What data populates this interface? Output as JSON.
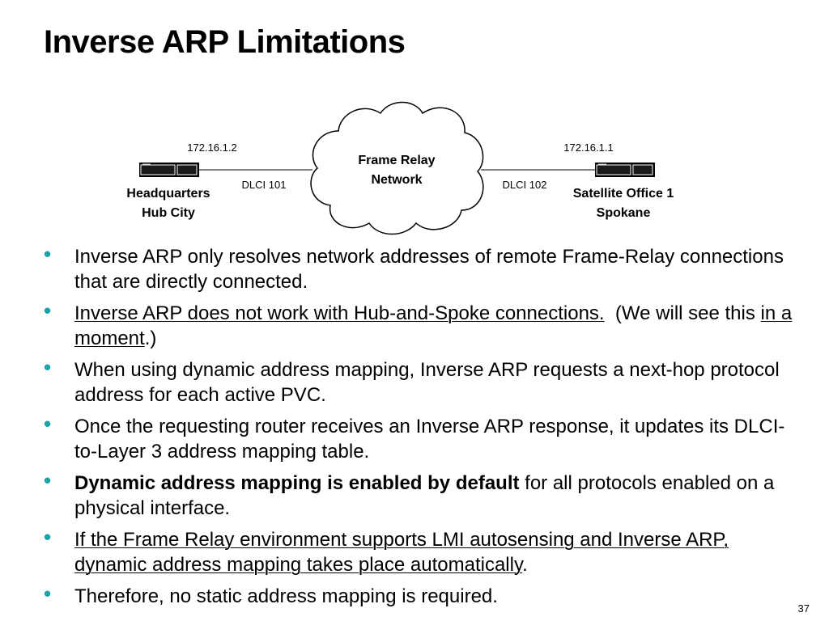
{
  "slide": {
    "title": "Inverse ARP Limitations",
    "page_number": "37"
  },
  "diagram": {
    "cloud_label_line1": "Frame Relay",
    "cloud_label_line2": "Network",
    "left_router": {
      "ip": "172.16.1.2",
      "dlci": "DLCI 101",
      "name_line1": "Headquarters",
      "name_line2": "Hub City"
    },
    "right_router": {
      "ip": "172.16.1.1",
      "dlci": "DLCI 102",
      "name_line1": "Satellite Office 1",
      "name_line2": "Spokane"
    }
  },
  "bullets": [
    {
      "text": "Inverse ARP only resolves network addresses of remote Frame-Relay connections that are directly connected."
    },
    {
      "underlined": "Inverse ARP does not work with Hub-and-Spoke connections.",
      "middle": "  (We will see this ",
      "underlined2": "in a moment",
      "tail": ".)"
    },
    {
      "text": "When using dynamic address mapping, Inverse ARP requests a next-hop protocol address for each active PVC."
    },
    {
      "text": "Once the requesting router receives an Inverse ARP response, it updates its DLCI-to-Layer 3 address mapping table."
    },
    {
      "bold": "Dynamic address mapping is enabled by default",
      "tail": " for all protocols enabled on a physical interface."
    },
    {
      "underlined": "If the Frame Relay environment supports LMI autosensing and Inverse ARP, dynamic address mapping takes place automatically",
      "tail": "."
    },
    {
      "text": "Therefore, no static address mapping is required."
    }
  ],
  "colors": {
    "bullet": "#1aa3a8"
  }
}
